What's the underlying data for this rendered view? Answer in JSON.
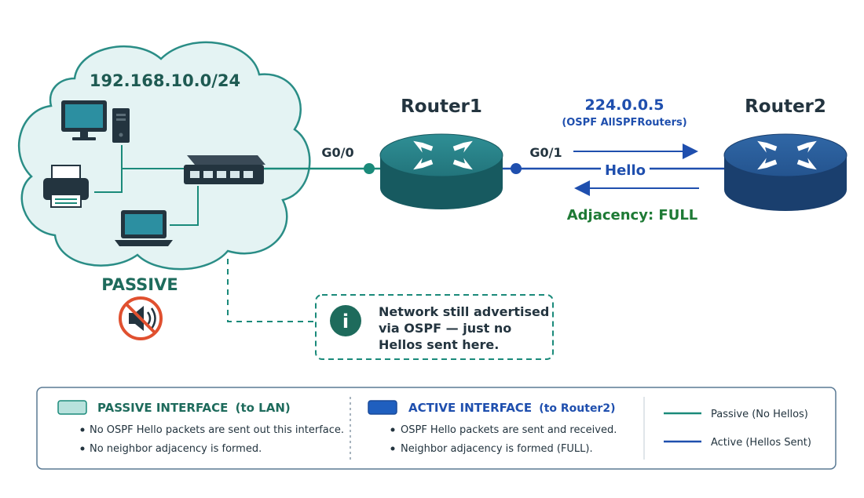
{
  "lan": {
    "subnet": "192.168.10.0/24",
    "passive_label": "PASSIVE"
  },
  "router1": {
    "name": "Router1",
    "if_lan": "G0/0",
    "if_wan": "G0/1"
  },
  "router2": {
    "name": "Router2"
  },
  "link": {
    "multicast": "224.0.0.5",
    "multicast_desc": "(OSPF AllSPFRouters)",
    "hello": "Hello",
    "adjacency": "Adjacency: FULL"
  },
  "note": {
    "line1": "Network still advertised",
    "line2": "via OSPF — just no",
    "line3": "Hellos sent here."
  },
  "legend": {
    "passive": {
      "title": "PASSIVE INTERFACE",
      "title_suffix": "(to LAN)",
      "bullets": [
        "No OSPF Hello packets are sent out this interface.",
        "No neighbor adjacency is formed."
      ]
    },
    "active": {
      "title": "ACTIVE INTERFACE",
      "title_suffix": "(to Router2)",
      "bullets": [
        "OSPF Hello packets are sent and received.",
        "Neighbor adjacency is formed (FULL)."
      ]
    },
    "lines": {
      "passive": "Passive (No Hellos)",
      "active": "Active (Hellos Sent)"
    }
  },
  "colors": {
    "teal": "#1a8a7a",
    "dark_teal": "#1e6b5c",
    "blue": "#1f4fae",
    "green": "#1e7a35",
    "router1": "#1f6f76",
    "router2": "#1f4f86"
  }
}
